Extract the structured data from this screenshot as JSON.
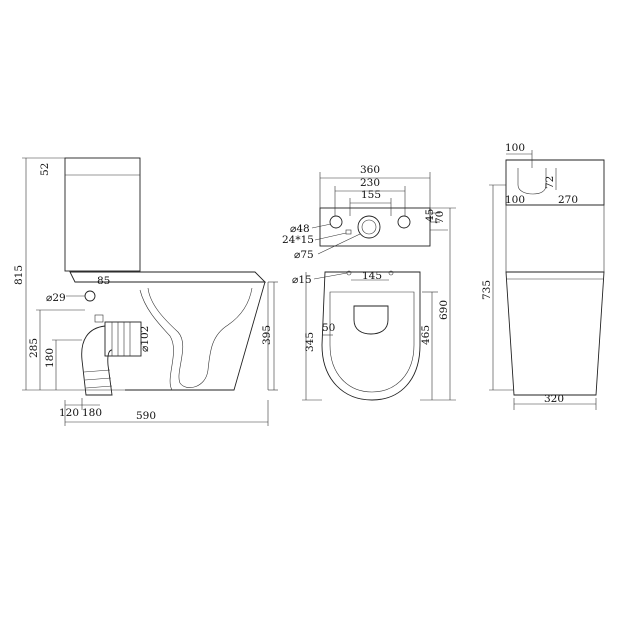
{
  "side_view": {
    "label_815": "815",
    "label_52": "52",
    "label_dia29": "⌀29",
    "label_85": "85",
    "label_285": "285",
    "label_180v": "180",
    "label_dia102": "⌀102",
    "label_395": "395",
    "label_120": "120",
    "label_180h": "180",
    "label_590": "590"
  },
  "top_view": {
    "label_360": "360",
    "label_230": "230",
    "label_155": "155",
    "label_dia48": "⌀48",
    "label_24x15": "24*15",
    "label_dia75": "⌀75",
    "label_45": "45",
    "label_70": "70",
    "label_dia15": "⌀15",
    "label_145": "145",
    "label_50": "50",
    "label_345": "345",
    "label_465": "465",
    "label_690": "690"
  },
  "front_view": {
    "label_100top": "100",
    "label_72": "72",
    "label_100": "100",
    "label_270": "270",
    "label_735": "735",
    "label_320": "320"
  }
}
